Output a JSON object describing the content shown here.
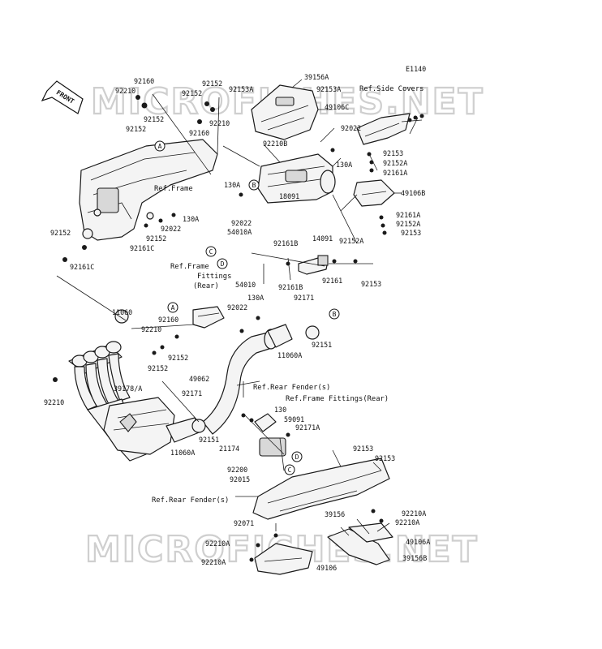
{
  "diagram_code": "E1140",
  "front_label": "FRONT",
  "watermark": "MICROFICHES.NET",
  "refs": {
    "side_covers": "Ref.Side Covers",
    "frame": "Ref.Frame",
    "frame_fittings": "Ref.Frame",
    "frame_fittings_2": "Fittings",
    "frame_fittings_3": "(Rear)",
    "rear_fender": "Ref.Rear Fender(s)",
    "frame_fittings_rear": "Ref.Frame Fittings(Rear)",
    "rear_fender_2": "Ref.Rear Fender(s)"
  },
  "bubbles": [
    "A",
    "B",
    "C",
    "D"
  ],
  "part_numbers": {
    "p92160_a": "92160",
    "p92210_a": "92210",
    "p92152_a": "92152",
    "p92152_b": "92152",
    "p92152_c": "92152",
    "p92152_d": "92152",
    "p92210_b": "92210",
    "p92160_b": "92160",
    "p92153A_a": "92153A",
    "p39156A": "39156A",
    "p92153A_b": "92153A",
    "p49106C": "49106C",
    "p92022_a": "92022",
    "p92210B": "92210B",
    "p130A_a": "130A",
    "p92153_a": "92153",
    "p92152A_a": "92152A",
    "p92161A_a": "92161A",
    "p130A_b": "130A",
    "p49106B": "49106B",
    "p92022_b": "92022",
    "p18091": "18091",
    "p92161A_b": "92161A",
    "p92152A_b": "92152A",
    "p92153_b": "92153",
    "p14091": "14091",
    "p92152A_c": "92152A",
    "p54010A": "54010A",
    "p92161B_a": "92161B",
    "p54010": "54010",
    "p92161B_b": "92161B",
    "p92161": "92161",
    "p92153_c": "92153",
    "p130A_c": "130A",
    "p92022_c": "92022",
    "p92152_e": "92152",
    "p92161C_a": "92161C",
    "p92152_f": "92152",
    "p92161C_b": "92161C",
    "p130A_d": "130A",
    "p92022_d": "92022",
    "p92171_a": "92171",
    "p11060": "11060",
    "p92160_c": "92160",
    "p92210_c": "92210",
    "p92152_g": "92152",
    "p92152_h": "92152",
    "p11060A_a": "11060A",
    "p92151_a": "92151",
    "p49062": "49062",
    "p39178": "39178/A",
    "p92210_d": "92210",
    "p92171_b": "92171",
    "p92151_b": "92151",
    "p11060A_b": "11060A",
    "p130": "130",
    "p59091": "59091",
    "p92171A": "92171A",
    "p21174": "21174",
    "p92200": "92200",
    "p92015": "92015",
    "p92153_d": "92153",
    "p92153_e": "92153",
    "p92071": "92071",
    "p39156": "39156",
    "p92210A_a": "92210A",
    "p92210A_b": "92210A",
    "p92210A_c": "92210A",
    "p49106A": "49106A",
    "p92210A_d": "92210A",
    "p49106": "49106",
    "p39156B": "39156B"
  }
}
